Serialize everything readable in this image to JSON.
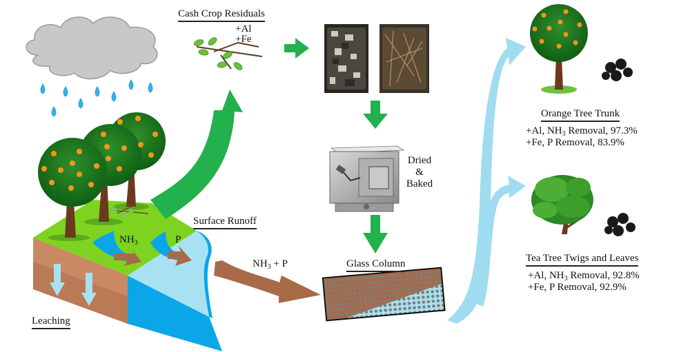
{
  "title": "Cash crop residual biochar for NH3 and P removal from runoff",
  "labels": {
    "cash_crop_residuals": "Cash Crop Residuals",
    "additive_al": "+Al",
    "additive_fe": "+Fe",
    "dried": "Dried",
    "amp": "&",
    "baked": "Baked",
    "glass_column": "Glass Column",
    "surface_runoff": "Surface Runoff",
    "leaching": "Leaching",
    "nh3_in_runoff": "NH",
    "nh3_sub": "3",
    "p_in_runoff": "P",
    "nh3_p_flow": "NH",
    "nh3_p_flow_sub": "3",
    "nh3_p_flow_suffix": " + P"
  },
  "results": [
    {
      "name": "Orange Tree Trunk",
      "al_line_prefix": "+Al, NH",
      "al_line_sub": "3",
      "al_line_suffix": " Removal, 97.3%",
      "fe_line": "+Fe, P Removal, 83.9%",
      "nh3_removal_percent": 97.3,
      "p_removal_percent": 83.9
    },
    {
      "name": "Tea Tree Twigs and Leaves",
      "al_line_prefix": "+Al, NH",
      "al_line_sub": "3",
      "al_line_suffix": " Removal, 92.8%",
      "fe_line": "+Fe, P Removal, 92.9%",
      "nh3_removal_percent": 92.8,
      "p_removal_percent": 92.9
    }
  ],
  "colors": {
    "process_arrow": "#22b14c",
    "runoff_arrow": "#a86a47",
    "output_arrow": "#9fdcf0",
    "water_light": "#a8e2f2",
    "water_dark": "#0aa6e8",
    "grass": "#7ed321",
    "soil": "#c2825c",
    "cloud": "#c8c8c8",
    "foliage": "#1e7a1e",
    "fruit": "#f7941d"
  }
}
